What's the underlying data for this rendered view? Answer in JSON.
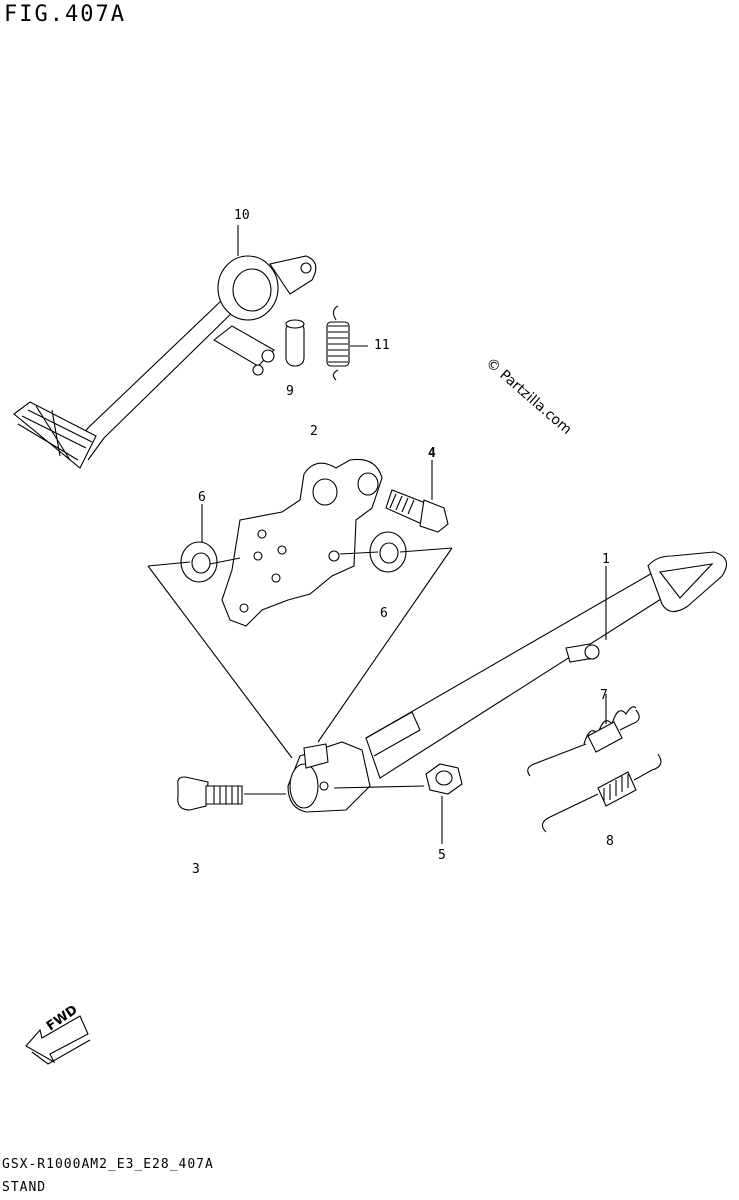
{
  "figure": {
    "title": "FIG.407A",
    "watermark": "© Partzilla.com",
    "footer_code": "GSX-R1000AM2_E3_E28_407A",
    "footer_name": "STAND",
    "fwd_label": "FWD"
  },
  "callouts": [
    {
      "id": "c1",
      "text": "1"
    },
    {
      "id": "c2",
      "text": "2"
    },
    {
      "id": "c3",
      "text": "3"
    },
    {
      "id": "c4",
      "text": "4"
    },
    {
      "id": "c5",
      "text": "5"
    },
    {
      "id": "c6a",
      "text": "6"
    },
    {
      "id": "c6b",
      "text": "6"
    },
    {
      "id": "c7",
      "text": "7"
    },
    {
      "id": "c8",
      "text": "8"
    },
    {
      "id": "c9",
      "text": "9"
    },
    {
      "id": "c10",
      "text": "10"
    },
    {
      "id": "c11",
      "text": "11"
    }
  ],
  "icons": {
    "fwd_arrow": "fwd-arrow-icon"
  }
}
